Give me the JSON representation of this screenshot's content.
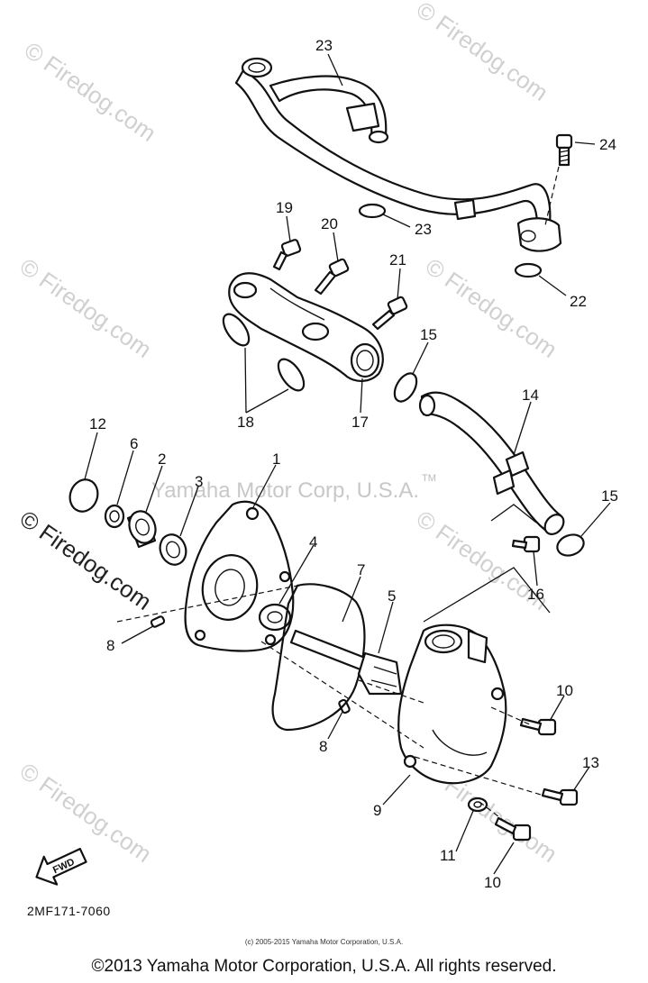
{
  "watermarks": {
    "site": "© Firedog.com",
    "brand": "Yamaha Motor Corp, U.S.A.",
    "trademark": "TM"
  },
  "callouts": [
    "1",
    "2",
    "3",
    "4",
    "5",
    "6",
    "7",
    "8",
    "8",
    "9",
    "10",
    "10",
    "11",
    "12",
    "13",
    "14",
    "15",
    "15",
    "16",
    "17",
    "18",
    "19",
    "20",
    "21",
    "22",
    "23",
    "23",
    "24"
  ],
  "fwd_label": "FWD",
  "drawing_code": "2MF171-7060",
  "small_copyright": "(c) 2005-2015 Yamaha Motor Corporation, U.S.A.",
  "copyright": "©2013 Yamaha Motor Corporation, U.S.A. All rights reserved."
}
